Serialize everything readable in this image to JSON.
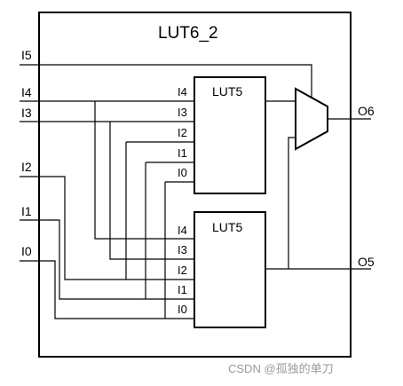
{
  "title": "LUT6_2",
  "inputs": {
    "i5": "I5",
    "i4": "I4",
    "i3": "I3",
    "i2": "I2",
    "i1": "I1",
    "i0": "I0"
  },
  "outputs": {
    "o6": "O6",
    "o5": "O5"
  },
  "lut_top": {
    "name": "LUT5",
    "pins": {
      "i4": "I4",
      "i3": "I3",
      "i2": "I2",
      "i1": "I1",
      "i0": "I0"
    }
  },
  "lut_bottom": {
    "name": "LUT5",
    "pins": {
      "i4": "I4",
      "i3": "I3",
      "i2": "I2",
      "i1": "I1",
      "i0": "I0"
    }
  },
  "watermark": "CSDN @孤独的单刀"
}
